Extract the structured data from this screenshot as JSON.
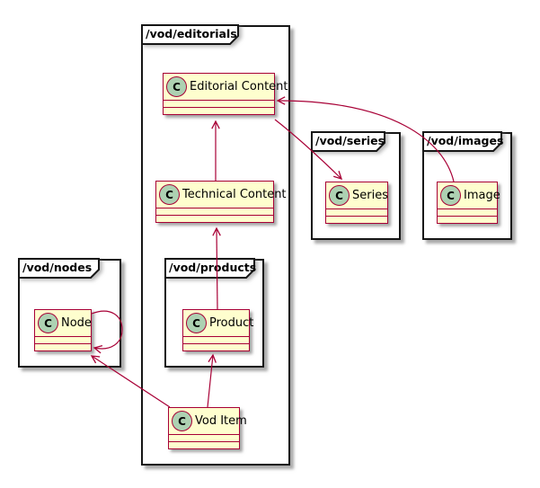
{
  "diagram": {
    "type": "uml-class-diagram",
    "packages": [
      {
        "id": "editorials",
        "label": "/vod/editorials"
      },
      {
        "id": "series",
        "label": "/vod/series"
      },
      {
        "id": "images",
        "label": "/vod/images"
      },
      {
        "id": "nodes",
        "label": "/vod/nodes"
      },
      {
        "id": "products",
        "label": "/vod/products"
      }
    ],
    "classes": [
      {
        "id": "editorial-content",
        "stereotype": "C",
        "label": "Editorial Content",
        "package": "/vod/editorials"
      },
      {
        "id": "technical-content",
        "stereotype": "C",
        "label": "Technical Content",
        "package": "/vod/editorials"
      },
      {
        "id": "series",
        "stereotype": "C",
        "label": "Series",
        "package": "/vod/series"
      },
      {
        "id": "image",
        "stereotype": "C",
        "label": "Image",
        "package": "/vod/images"
      },
      {
        "id": "node",
        "stereotype": "C",
        "label": "Node",
        "package": "/vod/nodes"
      },
      {
        "id": "product",
        "stereotype": "C",
        "label": "Product",
        "package": "/vod/products"
      },
      {
        "id": "vod-item",
        "stereotype": "C",
        "label": "Vod Item",
        "package": "/vod/editorials"
      }
    ],
    "relations": [
      {
        "from": "Technical Content",
        "to": "Editorial Content"
      },
      {
        "from": "Product",
        "to": "Technical Content"
      },
      {
        "from": "Vod Item",
        "to": "Product"
      },
      {
        "from": "Vod Item",
        "to": "Node"
      },
      {
        "from": "Node",
        "to": "Node"
      },
      {
        "from": "Editorial Content",
        "to": "Series"
      },
      {
        "from": "Image",
        "to": "Editorial Content"
      }
    ],
    "colors": {
      "class_fill": "#FEFECE",
      "class_border": "#A80036",
      "stereotype_circle_fill": "#ADD1B2",
      "arrow": "#A80036",
      "package_border": "#161616"
    }
  }
}
